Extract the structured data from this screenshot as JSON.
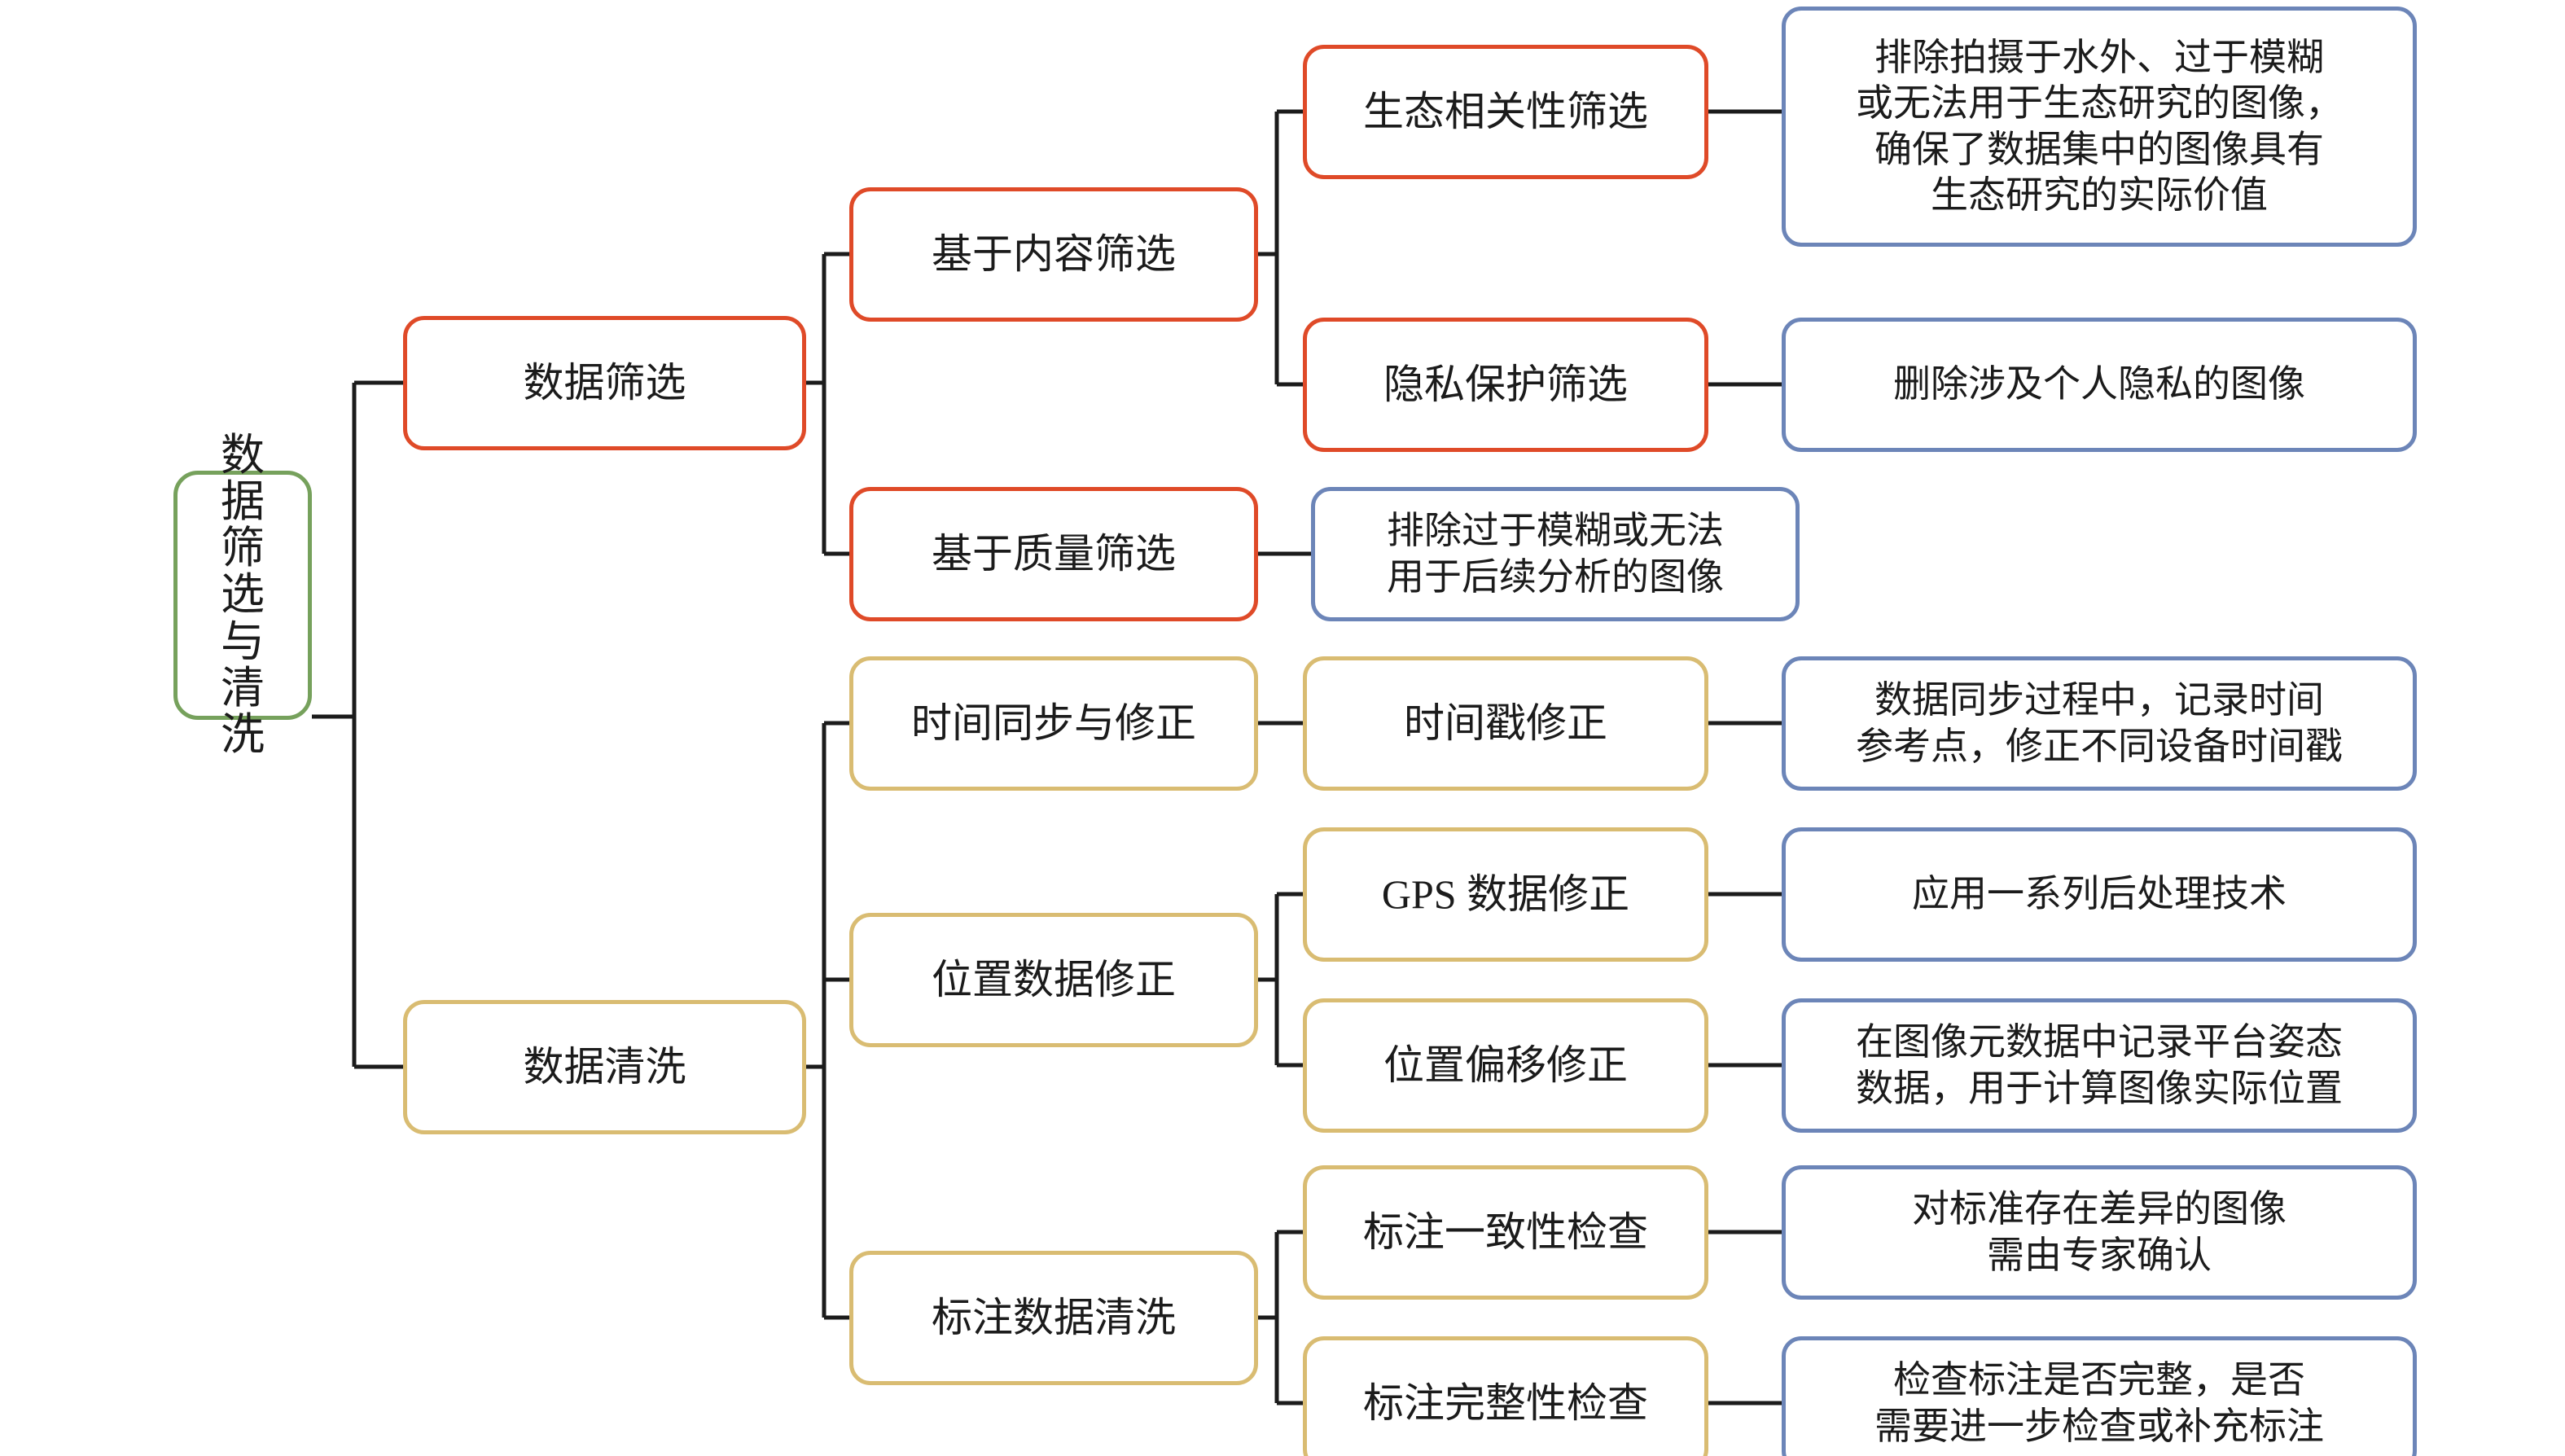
{
  "diagram": {
    "title": "数据筛选与清洗",
    "type": "mind-map",
    "colors": {
      "root": "#76a15c",
      "branch_filter": "#df4a28",
      "branch_clean": "#d9bc72",
      "leaf": "#6c85b8",
      "connector": "#1b1b1b",
      "background": "#ffffff"
    }
  },
  "root": {
    "label": "数据筛选与清洗",
    "label_vertical": "数\n据\n筛\n选\n与\n清\n洗"
  },
  "branches": [
    {
      "id": "data-filtering",
      "label": "数据筛选",
      "color": "#df4a28",
      "children": [
        {
          "id": "content-based-filtering",
          "label": "基于内容筛选",
          "color": "#df4a28",
          "children": [
            {
              "id": "ecological-relevance-filtering",
              "label": "生态相关性筛选",
              "color": "#df4a28",
              "description": "排除拍摄于水外、过于模糊\n或无法用于生态研究的图像，\n确保了数据集中的图像具有\n生态研究的实际价值"
            },
            {
              "id": "privacy-protection-filtering",
              "label": "隐私保护筛选",
              "color": "#df4a28",
              "description": "删除涉及个人隐私的图像"
            }
          ]
        },
        {
          "id": "quality-based-filtering",
          "label": "基于质量筛选",
          "color": "#df4a28",
          "description": "排除过于模糊或无法\n用于后续分析的图像"
        }
      ]
    },
    {
      "id": "data-cleaning",
      "label": "数据清洗",
      "color": "#d9bc72",
      "children": [
        {
          "id": "time-sync-correction",
          "label": "时间同步与修正",
          "color": "#d9bc72",
          "children": [
            {
              "id": "timestamp-correction",
              "label": "时间戳修正",
              "color": "#d9bc72",
              "description": "数据同步过程中，记录时间\n参考点，修正不同设备时间戳"
            }
          ]
        },
        {
          "id": "location-data-correction",
          "label": "位置数据修正",
          "color": "#d9bc72",
          "children": [
            {
              "id": "gps-data-correction",
              "label": "GPS 数据修正",
              "color": "#d9bc72",
              "description": "应用一系列后处理技术"
            },
            {
              "id": "position-offset-correction",
              "label": "位置偏移修正",
              "color": "#d9bc72",
              "description": "在图像元数据中记录平台姿态\n数据，用于计算图像实际位置"
            }
          ]
        },
        {
          "id": "annotation-data-cleaning",
          "label": "标注数据清洗",
          "color": "#d9bc72",
          "children": [
            {
              "id": "annotation-consistency-check",
              "label": "标注一致性检查",
              "color": "#d9bc72",
              "description": "对标准存在差异的图像\n需由专家确认"
            },
            {
              "id": "annotation-completeness-check",
              "label": "标注完整性检查",
              "color": "#d9bc72",
              "description": "检查标注是否完整，是否\n需要进一步检查或补充标注"
            }
          ]
        }
      ]
    }
  ]
}
